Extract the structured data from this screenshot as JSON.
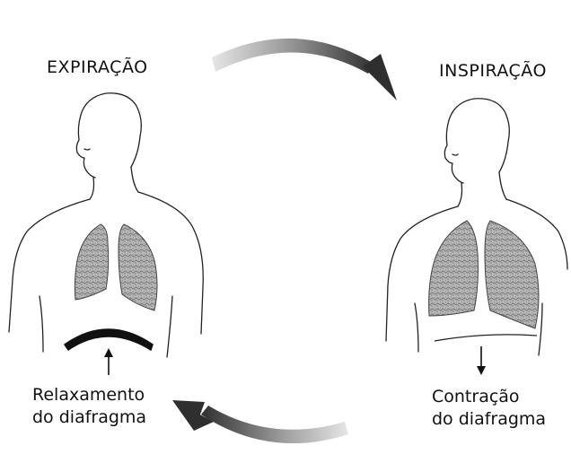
{
  "expiration": {
    "title": "EXPIRAÇÃO",
    "caption_line1": "Relaxamento",
    "caption_line2": "do diafragma"
  },
  "inspiration": {
    "title": "INSPIRAÇÃO",
    "caption_line1": "Contração",
    "caption_line2": "do diafragma"
  },
  "colors": {
    "outline": "#222222",
    "lung_fill": "#9a9a9a",
    "arrow_dark": "#3a3a3a",
    "arrow_light": "#d8d8d8"
  }
}
